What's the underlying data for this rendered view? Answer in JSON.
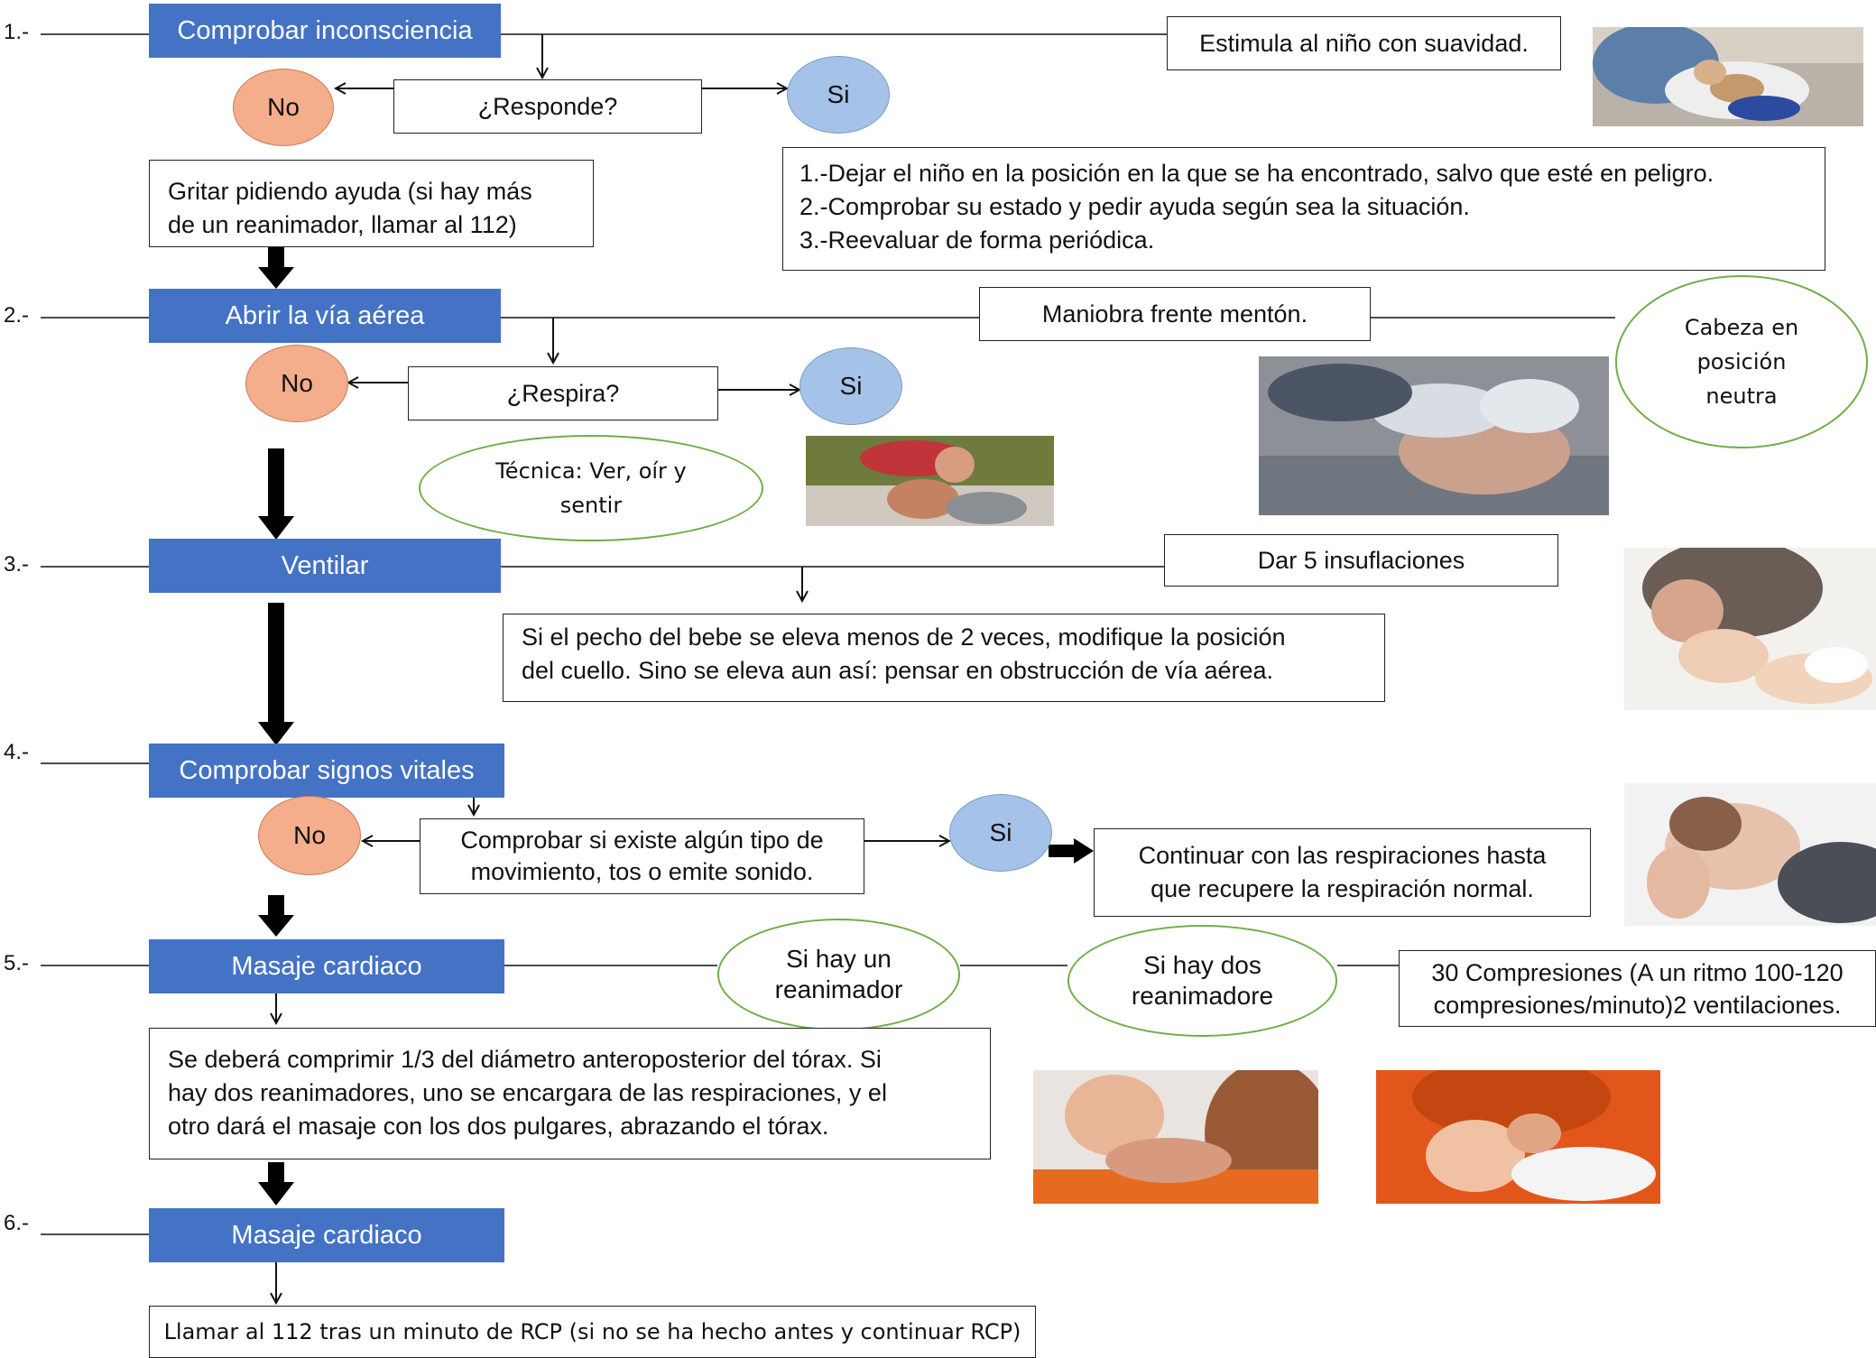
{
  "steps": [
    {
      "number": "1.-",
      "title": "Comprobar inconsciencia"
    },
    {
      "number": "2.-",
      "title": "Abrir la vía aérea"
    },
    {
      "number": "3.-",
      "title": "Ventilar"
    },
    {
      "number": "4.-",
      "title": "Comprobar signos vitales"
    },
    {
      "number": "5.-",
      "title": "Masaje cardiaco"
    },
    {
      "number": "6.-",
      "title": "Masaje cardiaco"
    }
  ],
  "step1": {
    "stimulus": "Estimula al niño con suavidad.",
    "question": "¿Responde?",
    "no": "No",
    "yes": "Si",
    "no_action": "Gritar pidiendo ayuda (si hay más\nde un reanimador, llamar al 112)",
    "yes_actions": [
      "1.-Dejar el niño en la posición en la que se ha encontrado, salvo que esté en peligro.",
      "2.-Comprobar su estado y pedir ayuda según sea la situación.",
      "3.-Reevaluar de forma periódica."
    ]
  },
  "step2": {
    "maneuver": "Maniobra frente mentón.",
    "head_note": "Cabeza en\nposición\nneutra",
    "question": "¿Respira?",
    "no": "No",
    "yes": "Si",
    "technique": "Técnica: Ver, oír y\nsentir"
  },
  "step3": {
    "insufflations": "Dar 5 insuflaciones",
    "note": "Si el pecho del bebe se eleva menos de 2 veces, modifique la posición\ndel cuello. Sino se eleva aun así: pensar en obstrucción de vía aérea."
  },
  "step4": {
    "question": "Comprobar si existe algún tipo de\nmovimiento, tos o emite sonido.",
    "no": "No",
    "yes": "Si",
    "yes_action": "Continuar con las respiraciones hasta\nque recupere la respiración normal."
  },
  "step5": {
    "one_rescuer": "Si hay un\nreanimador",
    "two_rescuers": "Si hay dos\nreanimadore",
    "compressions": "30 Compresiones (A un ritmo 100-120\ncompresiones/minuto)2 ventilaciones.",
    "description": "Se deberá comprimir 1/3 del diámetro anteroposterior del tórax. Si\nhay dos reanimadores, uno se encargara de las respiraciones, y el\notro dará el masaje con los dos pulgares, abrazando el tórax."
  },
  "step6": {
    "call": "Llamar al 112 tras un minuto de RCP (si no se ha hecho antes y continuar RCP)"
  },
  "colors": {
    "step_header": "#4472C4",
    "no_oval": "#F4AE8C",
    "yes_oval": "#A5C3E8",
    "note_outline": "#70AD47"
  }
}
